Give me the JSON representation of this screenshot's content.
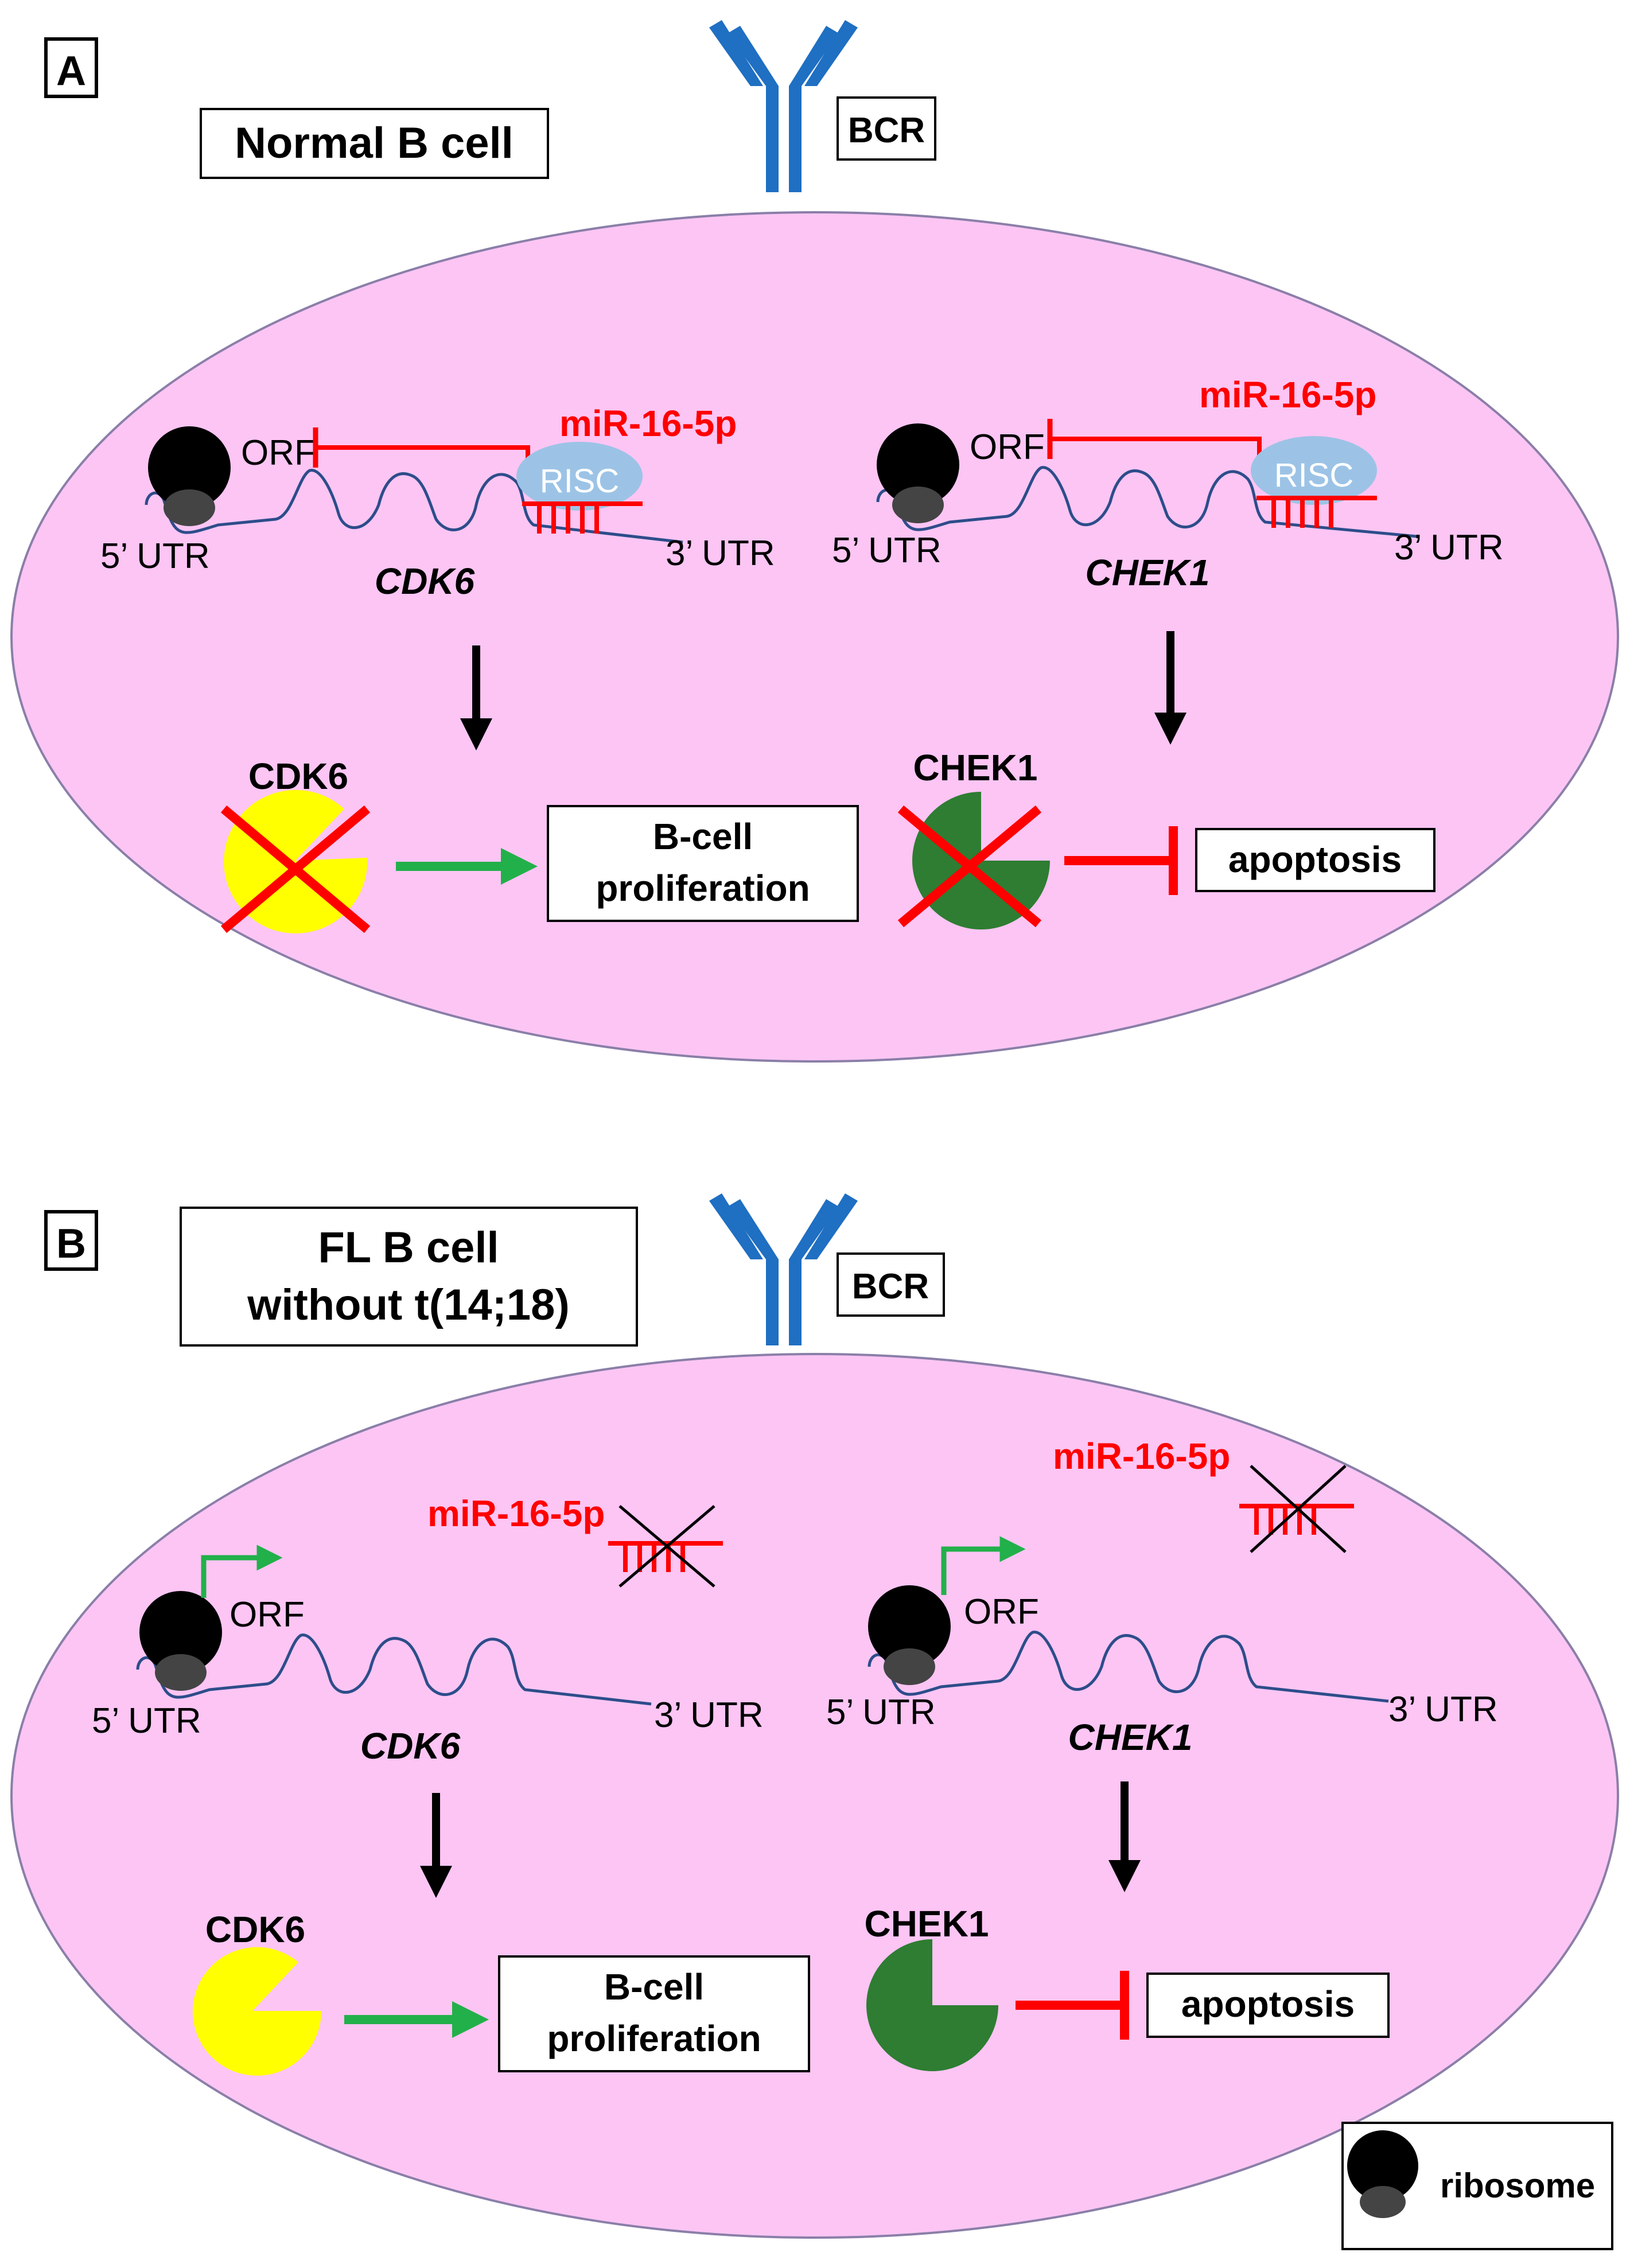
{
  "colors": {
    "cell_fill": "#fcc5f4",
    "cell_stroke": "#8a7fa8",
    "bcr": "#1f6fc2",
    "mirna": "#ff0000",
    "risc": "#9cc3e6",
    "arrow_green": "#22b04a",
    "cdk6": "#ffff00",
    "chek1": "#2e7d32",
    "mrna": "#2d4d8a"
  },
  "icons": [
    "bcr-receptor-icon",
    "ribosome-icon",
    "risc-complex-icon",
    "mirna-strand-icon",
    "cross-mark-icon",
    "pacman-protein-icon"
  ],
  "panel_a": {
    "tag": "A",
    "title": "Normal B cell",
    "bcr": "BCR",
    "left": {
      "orf": "ORF",
      "utr5": "5’ UTR",
      "utr3": "3’ UTR",
      "gene": "CDK6",
      "mirna": "miR-16-5p",
      "risc": "RISC",
      "protein": "CDK6",
      "target_line1": "B-cell",
      "target_line2": "proliferation"
    },
    "right": {
      "orf": "ORF",
      "utr5": "5’ UTR",
      "utr3": "3’ UTR",
      "gene": "CHEK1",
      "mirna": "miR-16-5p",
      "risc": "RISC",
      "protein": "CHEK1",
      "target": "apoptosis"
    }
  },
  "panel_b": {
    "tag": "B",
    "title_line1": "FL B cell",
    "title_line2": "without t(14;18)",
    "bcr": "BCR",
    "left": {
      "orf": "ORF",
      "utr5": "5’ UTR",
      "utr3": "3’ UTR",
      "gene": "CDK6",
      "mirna": "miR-16-5p",
      "protein": "CDK6",
      "target_line1": "B-cell",
      "target_line2": "proliferation"
    },
    "right": {
      "orf": "ORF",
      "utr5": "5’ UTR",
      "utr3": "3’ UTR",
      "gene": "CHEK1",
      "mirna": "miR-16-5p",
      "protein": "CHEK1",
      "target": "apoptosis"
    }
  },
  "legend": {
    "label": "ribosome"
  }
}
